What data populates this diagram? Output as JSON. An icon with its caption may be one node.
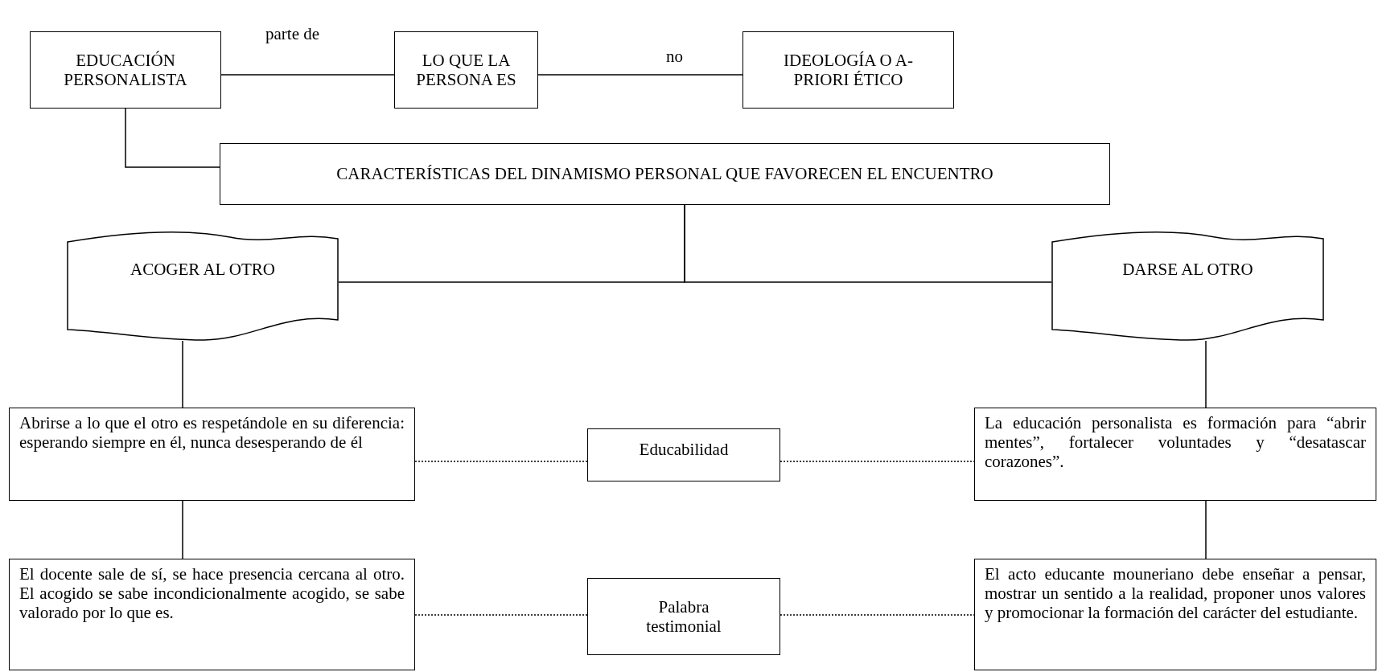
{
  "diagram": {
    "nodes": [
      {
        "text": [
          "EDUCACIÓN PERSONALISTA"
        ]
      },
      {
        "text": [
          "LO QUE LA PERSONA ES"
        ]
      },
      {
        "text": [
          "IDEOLOGÍA O A-PRIORI ÉTICO"
        ]
      },
      {
        "text": [
          "CARACTERÍSTICAS DEL DINAMISMO PERSONAL QUE FAVORECEN EL ENCUENTRO"
        ]
      },
      {
        "text": [
          "ACOGER AL OTRO"
        ]
      },
      {
        "text": [
          "DARSE AL OTRO"
        ]
      },
      {
        "text": [
          "Abrirse a lo que el otro es respetándole en su diferencia: esperando siempre en él, nunca desesperando de él"
        ]
      },
      {
        "text": [
          "Educabilidad"
        ]
      },
      {
        "text": [
          "La educación personalista es formación para “abrir mentes”, fortalecer voluntades y “desatascar corazones”."
        ]
      },
      {
        "text": [
          "El docente sale de sí, se hace presencia cercana al otro. El acogido se sabe incondicionalmente acogido, se sabe valorado por lo que es."
        ]
      },
      {
        "text": [
          "Palabra testimonial"
        ]
      },
      {
        "text": [
          "El acto educante mouneriano debe enseñar a pensar, mostrar un sentido a la realidad, proponer unos valores y promocionar la formación del carácter del estudiante."
        ]
      }
    ],
    "edges": [
      {
        "from": 0,
        "to": 1,
        "arrow": "none",
        "label": "parte de"
      },
      {
        "from": 1,
        "to": 2,
        "arrow": "none",
        "label": "no"
      },
      {
        "from": 0,
        "to": 3,
        "arrow": "none"
      },
      {
        "from": 3,
        "to": 4,
        "arrow": "none"
      },
      {
        "from": 3,
        "to": 5,
        "arrow": "none"
      },
      {
        "from": 4,
        "to": 6,
        "arrow": "none"
      },
      {
        "from": 5,
        "to": 8,
        "arrow": "none"
      },
      {
        "from": 6,
        "to": 7,
        "arrow": "none",
        "style": "dashed"
      },
      {
        "from": 7,
        "to": 8,
        "arrow": "none",
        "style": "dashed"
      },
      {
        "from": 6,
        "to": 9,
        "arrow": "none"
      },
      {
        "from": 8,
        "to": 11,
        "arrow": "none"
      },
      {
        "from": 9,
        "to": 10,
        "arrow": "none",
        "style": "dashed"
      },
      {
        "from": 10,
        "to": 11,
        "arrow": "none",
        "style": "dashed"
      }
    ]
  }
}
